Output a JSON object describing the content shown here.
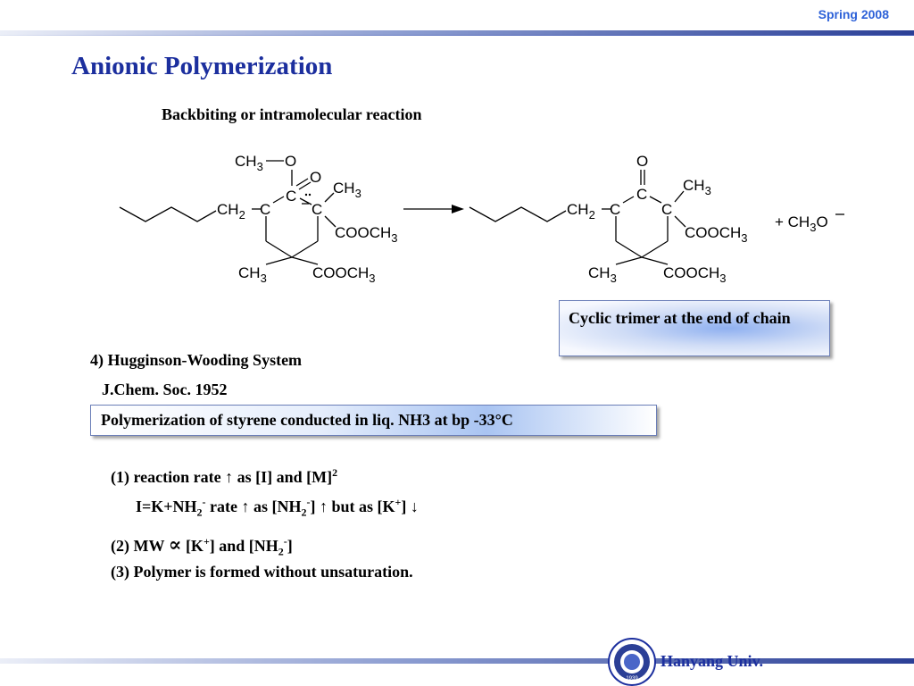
{
  "header": {
    "term": "Spring 2008"
  },
  "slide": {
    "title": "Anionic Polymerization",
    "subtitle": "Backbiting or intramolecular reaction"
  },
  "reaction": {
    "reactant": {
      "ch3_top": [
        "CH",
        "3"
      ],
      "o_ether": "O",
      "o_carbonyl": "O",
      "ch3_right": [
        "CH",
        "3"
      ],
      "ch2": [
        "CH",
        "2"
      ],
      "c_ring": "C",
      "c_carbonyl": "C",
      "c_anion": "C",
      "cooch3_right": [
        "COOCH",
        "3"
      ],
      "ch3_bottom": [
        "CH",
        "3"
      ],
      "cooch3_bottom": [
        "COOCH",
        "3"
      ]
    },
    "product": {
      "o_top": "O",
      "ch3_right": [
        "CH",
        "3"
      ],
      "ch2": [
        "CH",
        "2"
      ],
      "c_ring": "C",
      "c_carbonyl": "C",
      "c_quat": "C",
      "cooch3_right": [
        "COOCH",
        "3"
      ],
      "ch3_bottom": [
        "CH",
        "3"
      ],
      "cooch3_bottom": [
        "COOCH",
        "3"
      ]
    },
    "byproduct": [
      "+ CH",
      "3",
      "O"
    ]
  },
  "callout": {
    "text": "Cyclic trimer at the end of chain"
  },
  "body": {
    "system_heading": "4) Hugginson-Wooding System",
    "reference": "J.Chem. Soc. 1952",
    "highlight": "Polymerization of styrene conducted in liq. NH3 at bp -33°C",
    "point1": {
      "a": "(1) reaction rate  ↑ as [I] and [M]",
      "sup": "2"
    },
    "point1_detail": {
      "a": "I=K+NH",
      "sub1": "2",
      "sup1": "-",
      "b": "  rate ↑ as [NH",
      "sub2": "2",
      "sup2": "-",
      "c": "]  ↑ but  as [K",
      "sup3": "+",
      "d": "] ↓"
    },
    "point2": {
      "a": "(2) MW  ",
      "prop": "∝",
      "b": "  [K",
      "sup1": "+",
      "c": "] and [NH",
      "sub1": "2",
      "sup2": "-",
      "d": "]"
    },
    "point3": "(3) Polymer is formed without unsaturation."
  },
  "footer": {
    "university": "Hanyang Univ.",
    "seal_year": "1939"
  },
  "colors": {
    "accent": "#2e62d8",
    "title": "#1c2f9e"
  }
}
